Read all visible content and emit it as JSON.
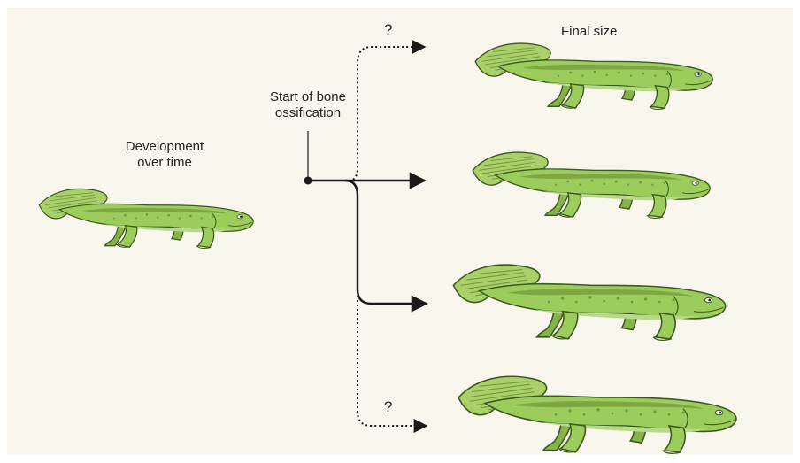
{
  "labels": {
    "development_line1": "Development",
    "development_line2": "over time",
    "ossification_line1": "Start of bone",
    "ossification_line2": "ossification",
    "final_size": "Final size",
    "question_top": "?",
    "question_bottom": "?"
  },
  "colors": {
    "background": "#f8f5ec",
    "body_fill": "#9ccc5c",
    "body_stroke": "#3d5a1f",
    "dark_stripe": "#7ea743",
    "spot": "#6f9a3a",
    "line": "#1a1a1a"
  },
  "figure": {
    "juvenile": "salamander-juvenile-icon",
    "outcomes": [
      "salamander-adult-1-icon",
      "salamander-adult-2-icon",
      "salamander-adult-3-icon",
      "salamander-adult-4-icon"
    ]
  }
}
